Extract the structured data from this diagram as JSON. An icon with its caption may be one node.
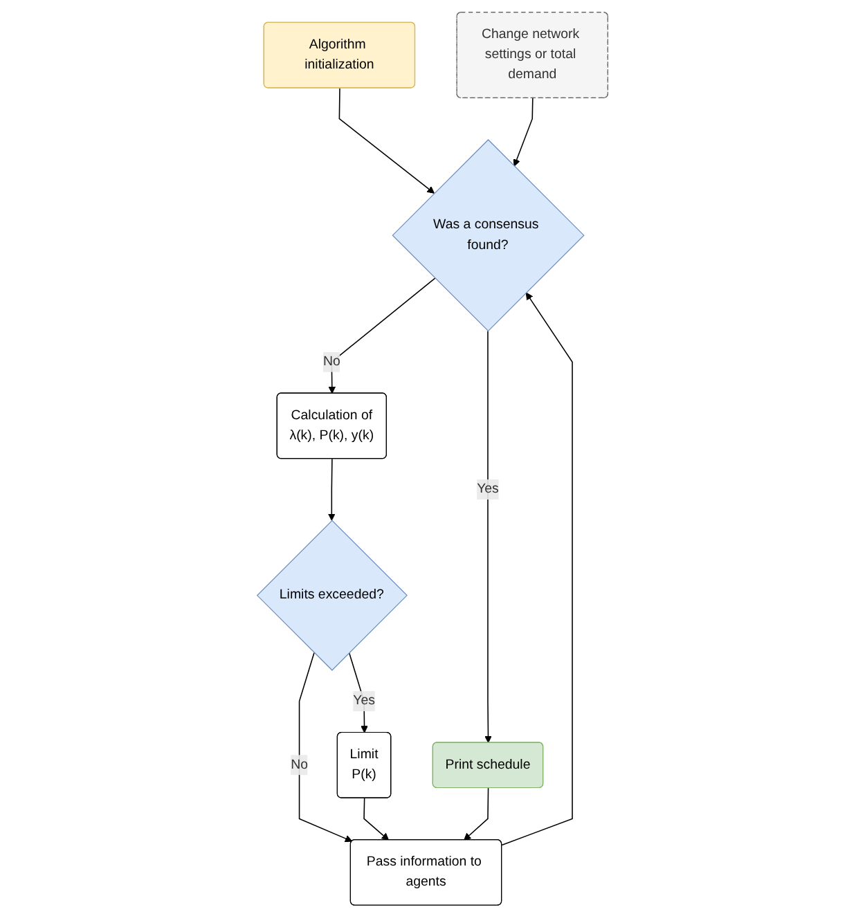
{
  "diagram": {
    "nodes": [
      {
        "text": [
          "Algorithm initialization"
        ]
      },
      {
        "text": [
          "Change network settings or total demand"
        ]
      },
      {
        "text": [
          "Was a consensus found?"
        ]
      },
      {
        "text": [
          "Print schedule"
        ]
      },
      {
        "text": [
          "Calculation of",
          "λ(k), P(k), y(k)"
        ]
      },
      {
        "text": [
          "Limits exceeded?"
        ]
      },
      {
        "text": [
          "Limit",
          "P(k)"
        ]
      },
      {
        "text": [
          "Pass information to agents"
        ]
      }
    ],
    "edges": [
      {
        "from": 0,
        "to": 2,
        "arrow": "to"
      },
      {
        "from": 1,
        "to": 2,
        "arrow": "to"
      },
      {
        "from": 7,
        "to": 2,
        "arrow": "to"
      },
      {
        "from": 2,
        "to": 3,
        "label": "Yes",
        "arrow": "to"
      },
      {
        "from": 2,
        "to": 4,
        "label": "No",
        "arrow": "to"
      },
      {
        "from": 4,
        "to": 5,
        "arrow": "to"
      },
      {
        "from": 5,
        "to": 6,
        "label": "Yes",
        "arrow": "to"
      },
      {
        "from": 5,
        "to": 7,
        "label": "No",
        "arrow": "to"
      },
      {
        "from": 6,
        "to": 7,
        "arrow": "to"
      },
      {
        "from": 3,
        "to": 7,
        "arrow": "to"
      }
    ]
  }
}
